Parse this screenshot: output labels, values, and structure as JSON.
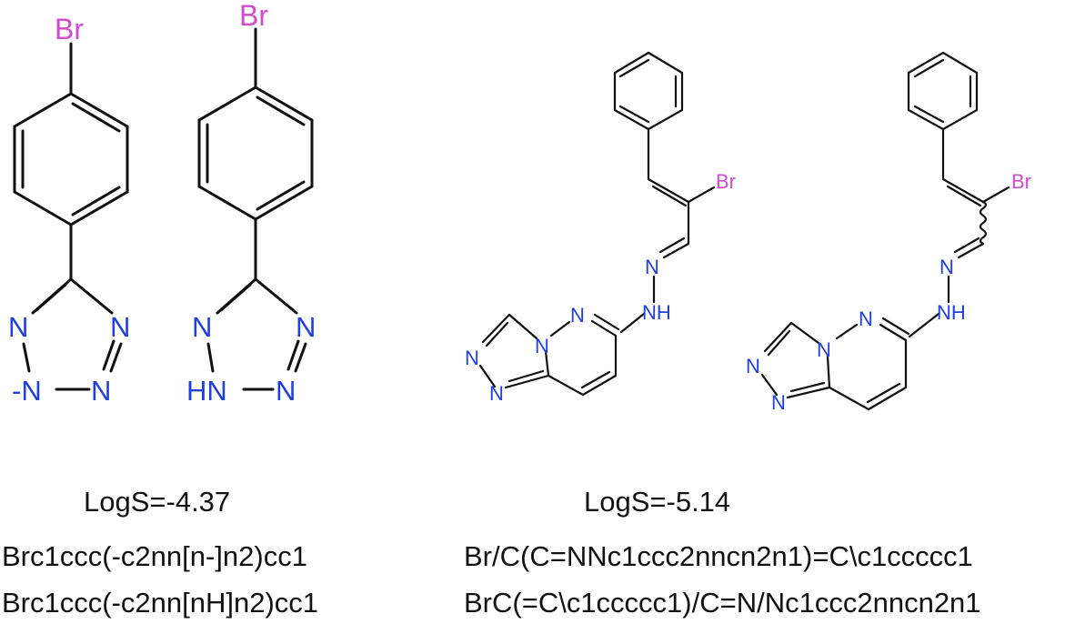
{
  "atom_labels": {
    "Br": "Br",
    "N": "N",
    "N_anion": "-N",
    "N_H": "HN",
    "NH": "NH"
  },
  "colors": {
    "bond": "#111111",
    "nitrogen": "#1f3fe0",
    "bromine": "#d249d2",
    "text": "#111111"
  },
  "panels": [
    {
      "logS": "LogS=-4.37",
      "smiles": [
        "Brc1ccc(-c2nn[n-]n2)cc1",
        "Brc1ccc(-c2nn[nH]n2)cc1"
      ]
    },
    {
      "logS": "LogS=-5.14",
      "smiles": [
        "Br/C(C=NNc1ccc2nncn2n1)=C\\c1ccccc1",
        "BrC(=C\\c1ccccc1)/C=N/Nc1ccc2nncn2n1"
      ]
    }
  ]
}
